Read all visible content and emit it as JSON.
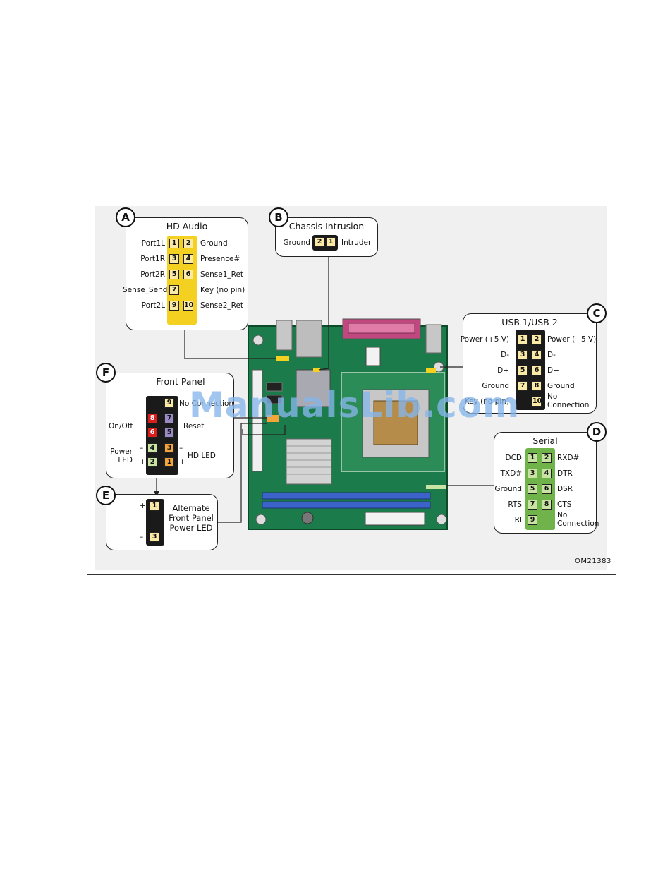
{
  "diagram_id": "OM21383",
  "watermark": "ManualsLib.com",
  "callouts": {
    "A": {
      "letter": "A",
      "title": "HD Audio",
      "left_labels": [
        "Port1L",
        "Port1R",
        "Port2R",
        "Sense_Send",
        "Port2L"
      ],
      "right_labels": [
        "Ground",
        "Presence#",
        "Sense1_Ret",
        "Key (no pin)",
        "Sense2_Ret"
      ],
      "pins_left": [
        "1",
        "3",
        "5",
        "7",
        "9"
      ],
      "pins_right": [
        "2",
        "4",
        "6",
        "",
        "10"
      ]
    },
    "B": {
      "letter": "B",
      "title": "Chassis Intrusion",
      "left_label": "Ground",
      "right_label": "Intruder",
      "pins": [
        "2",
        "1"
      ]
    },
    "C": {
      "letter": "C",
      "title": "USB 1/USB 2",
      "left_labels": [
        "Power (+5 V)",
        "D-",
        "D+",
        "Ground",
        "Key (no pin)"
      ],
      "right_labels": [
        "Power (+5 V)",
        "D-",
        "D+",
        "Ground",
        "No",
        "Connection"
      ],
      "pins_left": [
        "1",
        "3",
        "5",
        "7",
        ""
      ],
      "pins_right": [
        "2",
        "4",
        "6",
        "8",
        "10"
      ]
    },
    "D": {
      "letter": "D",
      "title": "Serial",
      "left_labels": [
        "DCD",
        "TXD#",
        "Ground",
        "RTS",
        "RI"
      ],
      "right_labels": [
        "RXD#",
        "DTR",
        "DSR",
        "CTS",
        "No",
        "Connection"
      ],
      "pins_left": [
        "1",
        "3",
        "5",
        "7",
        "9"
      ],
      "pins_right": [
        "2",
        "4",
        "6",
        "8",
        ""
      ]
    },
    "E": {
      "letter": "E",
      "title_lines": [
        "Alternate",
        "Front Panel",
        "Power LED"
      ],
      "pins": [
        "1",
        "3"
      ],
      "signs": [
        "+",
        "–"
      ]
    },
    "F": {
      "letter": "F",
      "title": "Front Panel",
      "pins_left": [
        "8",
        "6",
        "4",
        "2"
      ],
      "pins_right": [
        "9",
        "7",
        "5",
        "3",
        "1"
      ],
      "labels": {
        "no_connection": "No Connection",
        "onoff": "On/Off",
        "reset": "Reset",
        "power_led_1": "Power",
        "power_led_2": "LED",
        "hd_led": "HD LED",
        "minus": "–",
        "plus": "+"
      }
    }
  },
  "colors": {
    "board": "#1c7b4a",
    "pin_yellow": "#fbe9a6",
    "pin_green": "#c9e3a4",
    "pin_red": "#d91e1e",
    "pin_purple": "#9a8bc4",
    "pin_orange": "#f4a53a",
    "dimm_blue": "#3b63c9",
    "parallel_port": "#c0487e"
  }
}
